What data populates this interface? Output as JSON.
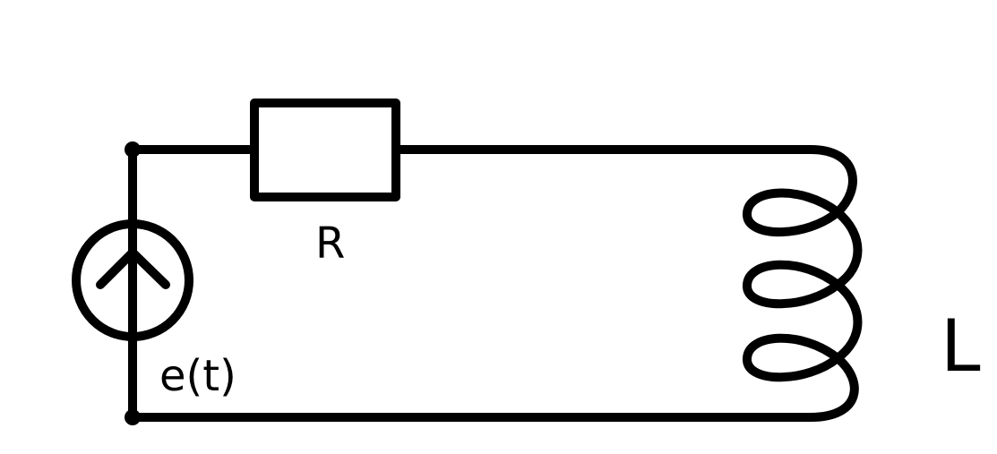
{
  "diagram": {
    "type": "RL circuit",
    "labels": {
      "resistor": "R",
      "source": "e(t)",
      "inductor": "L"
    },
    "colors": {
      "stroke": "#000000",
      "background": "#ffffff"
    }
  }
}
